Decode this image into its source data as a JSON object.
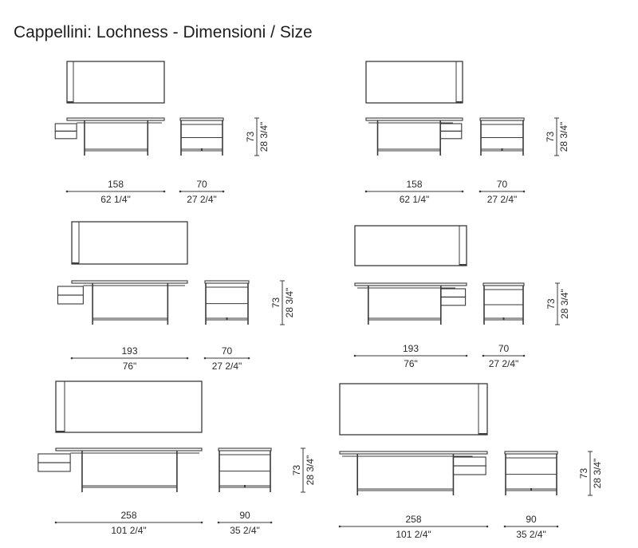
{
  "title": "Cappellini: Lochness - Dimensioni / Size",
  "colors": {
    "line": "#3a3a3a",
    "text": "#2a2a2a",
    "background": "#ffffff"
  },
  "height": {
    "cm": "73",
    "in": "28 3/4\""
  },
  "variants": [
    {
      "id": "158-left",
      "drawer_side": "left",
      "desk": {
        "width_cm": "158",
        "width_in": "62 1/4\""
      },
      "side_table": {
        "width_cm": "70",
        "width_in": "27 2/4\""
      },
      "geom": {
        "topY": 77,
        "topH": 52,
        "deskX": 84,
        "deskW": 122,
        "elevY": 148,
        "elevH": 47,
        "sideX": 226,
        "sideW": 54,
        "heightX": 322,
        "dimY": 240
      }
    },
    {
      "id": "158-right",
      "drawer_side": "right",
      "desk": {
        "width_cm": "158",
        "width_in": "62 1/4\""
      },
      "side_table": {
        "width_cm": "70",
        "width_in": "27 2/4\""
      },
      "geom": {
        "topY": 77,
        "topH": 52,
        "deskX": 459,
        "deskW": 121,
        "elevY": 148,
        "elevH": 47,
        "sideX": 602,
        "sideW": 55,
        "heightX": 698,
        "dimY": 240
      }
    },
    {
      "id": "193-left",
      "drawer_side": "left",
      "desk": {
        "width_cm": "193",
        "width_in": "76\""
      },
      "side_table": {
        "width_cm": "70",
        "width_in": "27 2/4\""
      },
      "geom": {
        "topY": 278,
        "topH": 53,
        "deskX": 90,
        "deskW": 145,
        "elevY": 352,
        "elevH": 55,
        "sideX": 257,
        "sideW": 55,
        "heightX": 354,
        "dimY": 449
      }
    },
    {
      "id": "193-right",
      "drawer_side": "right",
      "desk": {
        "width_cm": "193",
        "width_in": "76\""
      },
      "side_table": {
        "width_cm": "70",
        "width_in": "27 2/4\""
      },
      "geom": {
        "topY": 283,
        "topH": 50,
        "deskX": 445,
        "deskW": 140,
        "elevY": 355,
        "elevH": 52,
        "sideX": 606,
        "sideW": 51,
        "heightX": 699,
        "dimY": 446
      }
    },
    {
      "id": "258-left",
      "drawer_side": "left",
      "desk": {
        "width_cm": "258",
        "width_in": "101 2/4\""
      },
      "side_table": {
        "width_cm": "90",
        "width_in": "35 2/4\""
      },
      "geom": {
        "topY": 478,
        "topH": 64,
        "deskX": 70,
        "deskW": 183,
        "elevY": 562,
        "elevH": 55,
        "sideX": 274,
        "sideW": 66,
        "heightX": 380,
        "dimY": 655
      }
    },
    {
      "id": "258-right",
      "drawer_side": "right",
      "desk": {
        "width_cm": "258",
        "width_in": "101 2/4\""
      },
      "side_table": {
        "width_cm": "90",
        "width_in": "35 2/4\""
      },
      "geom": {
        "topY": 481,
        "topH": 64,
        "deskX": 426,
        "deskW": 185,
        "elevY": 566,
        "elevH": 55,
        "sideX": 633,
        "sideW": 66,
        "heightX": 740,
        "dimY": 660
      }
    }
  ]
}
